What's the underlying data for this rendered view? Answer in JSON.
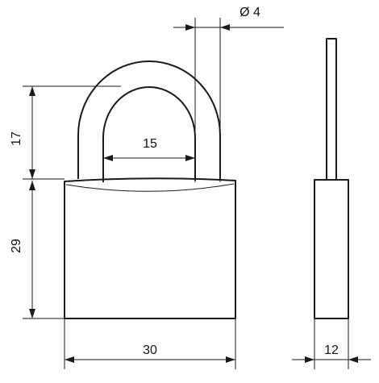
{
  "dimensions": {
    "shackle_diameter": "Ø 4",
    "shackle_height": "17",
    "shackle_inner_width": "15",
    "body_height": "29",
    "body_width": "30",
    "body_thickness": "12"
  }
}
